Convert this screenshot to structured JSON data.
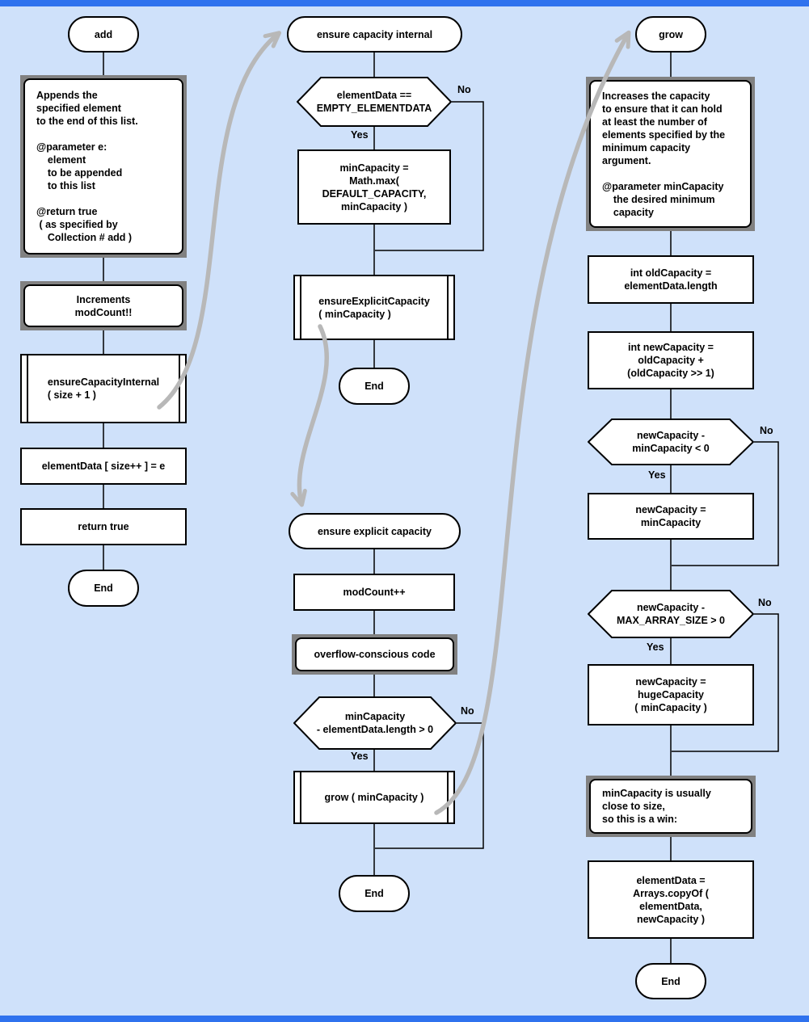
{
  "colors": {
    "background": "#cfe1fa",
    "edge_strip": "#2f72ee",
    "node_fill": "#ffffff",
    "node_border": "#000000",
    "comment_frame": "#818181",
    "jump_arrow": "#b8b8b8"
  },
  "branch": {
    "yes": "Yes",
    "no": "No"
  },
  "add": {
    "start": "add",
    "doc_comment": "Appends the\nspecified element\nto the end of this list.\n\n@parameter e:\n    element\n    to be appended\n    to this list\n\n@return true\n ( as specified by\n    Collection # add )",
    "increments_comment": "Increments\nmodCount!!",
    "ensure_capacity_call": "ensureCapacityInternal\n( size + 1 )",
    "assign_element": "elementData [ size++ ] = e",
    "return_true": "return true",
    "end": "End"
  },
  "ensure_capacity_internal": {
    "start": "ensure capacity internal",
    "decision_empty": "elementData ==\nEMPTY_ELEMENTDATA",
    "min_capacity_max": "minCapacity =\nMath.max(\nDEFAULT_CAPACITY,\nminCapacity )",
    "ensure_explicit_call": "ensureExplicitCapacity\n( minCapacity )",
    "end": "End"
  },
  "ensure_explicit_capacity": {
    "start": "ensure explicit capacity",
    "mod_count": "modCount++",
    "overflow_comment": "overflow-conscious code",
    "decision_grow": "minCapacity\n- elementData.length > 0",
    "grow_call": "grow ( minCapacity )",
    "end": "End"
  },
  "grow": {
    "start": "grow",
    "doc_comment": "Increases the capacity\nto ensure that it can hold\nat least the number of\nelements specified by the\nminimum capacity\nargument.\n\n@parameter minCapacity\n    the desired minimum\n    capacity",
    "old_capacity": "int oldCapacity =\nelementData.length",
    "new_capacity": "int newCapacity =\noldCapacity +\n(oldCapacity >> 1)",
    "decision_min": "newCapacity -\nminCapacity < 0",
    "assign_min": "newCapacity =\nminCapacity",
    "decision_max": "newCapacity -\nMAX_ARRAY_SIZE > 0",
    "huge_capacity": "newCapacity =\nhugeCapacity\n( minCapacity )",
    "win_comment": "minCapacity is usually\nclose to size,\nso this is a win:",
    "copy_of": "elementData =\nArrays.copyOf (\nelementData,\nnewCapacity )",
    "end": "End"
  }
}
